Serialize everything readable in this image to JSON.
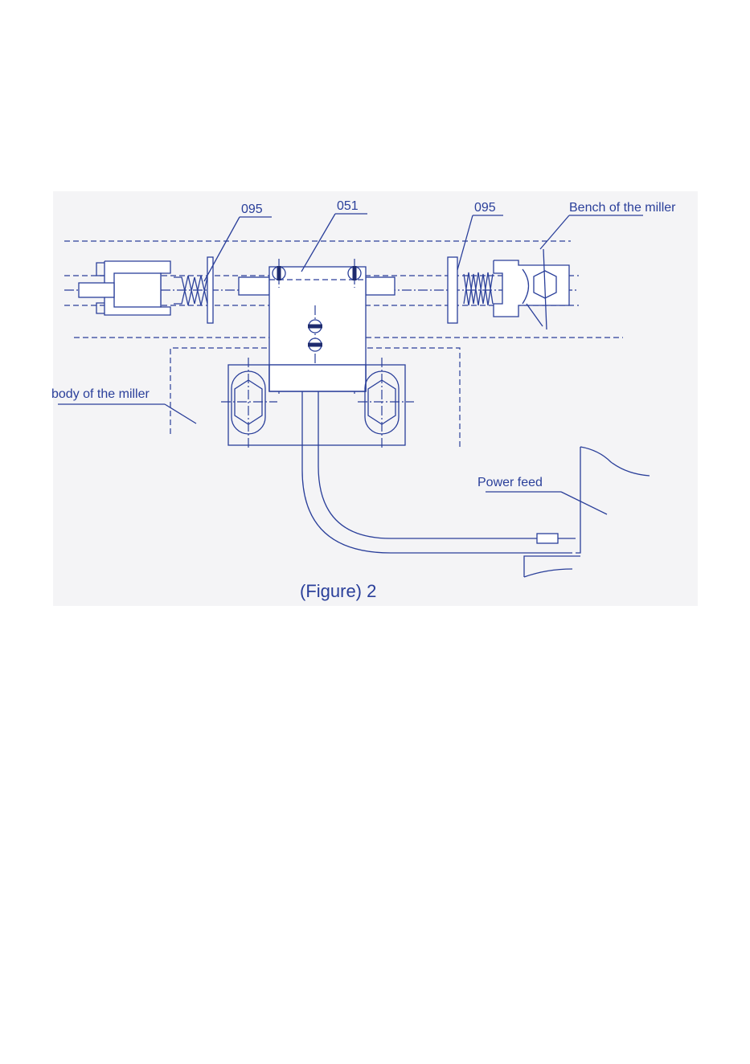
{
  "labels": {
    "part_095_left": "095",
    "part_051": "051",
    "part_095_right": "095",
    "bench": "Bench of the miller",
    "body": "body of the miller",
    "power_feed": "Power feed"
  },
  "caption": "(Figure) 2",
  "colors": {
    "line": "#2a3f9a",
    "screw_fill": "#1e2b6e",
    "panel_bg": "#f4f4f6",
    "background": "#ffffff"
  }
}
